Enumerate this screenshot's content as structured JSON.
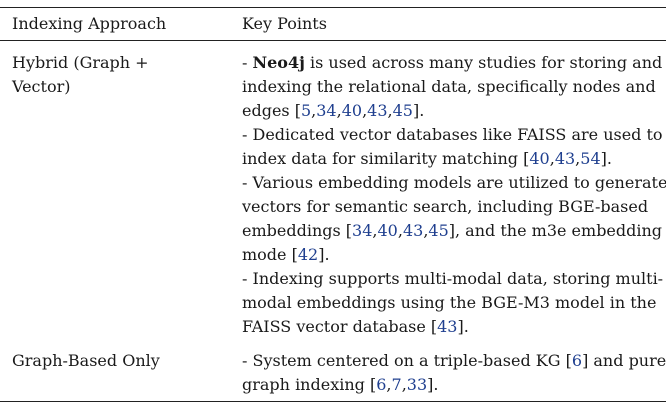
{
  "table": {
    "headers": [
      "Indexing Approach",
      "Key Points"
    ],
    "rows": [
      {
        "approach_lines": [
          "Hybrid (Graph +",
          "Vector)"
        ],
        "points": [
          {
            "lines": [
              [
                {
                  "t": "- ",
                  "s": "n"
                },
                {
                  "t": "Neo4j",
                  "s": "b"
                },
                {
                  "t": " is used across many studies for storing and",
                  "s": "n"
                }
              ],
              [
                {
                  "t": "indexing the relational data, specifically nodes and",
                  "s": "n"
                }
              ],
              [
                {
                  "t": "edges [",
                  "s": "n"
                },
                {
                  "t": "5",
                  "s": "r"
                },
                {
                  "t": ",",
                  "s": "n"
                },
                {
                  "t": "34",
                  "s": "r"
                },
                {
                  "t": ",",
                  "s": "n"
                },
                {
                  "t": "40",
                  "s": "r"
                },
                {
                  "t": ",",
                  "s": "n"
                },
                {
                  "t": "43",
                  "s": "r"
                },
                {
                  "t": ",",
                  "s": "n"
                },
                {
                  "t": "45",
                  "s": "r"
                },
                {
                  "t": "].",
                  "s": "n"
                }
              ]
            ]
          },
          {
            "lines": [
              [
                {
                  "t": "- Dedicated vector databases like FAISS are used to",
                  "s": "n"
                }
              ],
              [
                {
                  "t": "index data for similarity matching [",
                  "s": "n"
                },
                {
                  "t": "40",
                  "s": "r"
                },
                {
                  "t": ",",
                  "s": "n"
                },
                {
                  "t": "43",
                  "s": "r"
                },
                {
                  "t": ",",
                  "s": "n"
                },
                {
                  "t": "54",
                  "s": "r"
                },
                {
                  "t": "].",
                  "s": "n"
                }
              ]
            ]
          },
          {
            "lines": [
              [
                {
                  "t": "- Various embedding models are utilized to generate",
                  "s": "n"
                }
              ],
              [
                {
                  "t": "vectors for semantic search, including BGE-based",
                  "s": "n"
                }
              ],
              [
                {
                  "t": "embeddings [",
                  "s": "n"
                },
                {
                  "t": "34",
                  "s": "r"
                },
                {
                  "t": ",",
                  "s": "n"
                },
                {
                  "t": "40",
                  "s": "r"
                },
                {
                  "t": ",",
                  "s": "n"
                },
                {
                  "t": "43",
                  "s": "r"
                },
                {
                  "t": ",",
                  "s": "n"
                },
                {
                  "t": "45",
                  "s": "r"
                },
                {
                  "t": "], and the m3e embedding",
                  "s": "n"
                }
              ],
              [
                {
                  "t": "mode [",
                  "s": "n"
                },
                {
                  "t": "42",
                  "s": "r"
                },
                {
                  "t": "].",
                  "s": "n"
                }
              ]
            ]
          },
          {
            "lines": [
              [
                {
                  "t": "- Indexing supports multi-modal data, storing multi-",
                  "s": "n"
                }
              ],
              [
                {
                  "t": "modal embeddings using the BGE-M3 model in the",
                  "s": "n"
                }
              ],
              [
                {
                  "t": "FAISS vector database [",
                  "s": "n"
                },
                {
                  "t": "43",
                  "s": "r"
                },
                {
                  "t": "].",
                  "s": "n"
                }
              ]
            ]
          }
        ]
      },
      {
        "approach_lines": [
          "Graph-Based Only"
        ],
        "points": [
          {
            "lines": [
              [
                {
                  "t": "- System centered on a triple-based KG [",
                  "s": "n"
                },
                {
                  "t": "6",
                  "s": "r"
                },
                {
                  "t": "] and purely",
                  "s": "n"
                }
              ],
              [
                {
                  "t": "graph indexing [",
                  "s": "n"
                },
                {
                  "t": "6",
                  "s": "r"
                },
                {
                  "t": ",",
                  "s": "n"
                },
                {
                  "t": "7",
                  "s": "r"
                },
                {
                  "t": ",",
                  "s": "n"
                },
                {
                  "t": "33",
                  "s": "r"
                },
                {
                  "t": "].",
                  "s": "n"
                }
              ]
            ]
          }
        ]
      }
    ]
  }
}
